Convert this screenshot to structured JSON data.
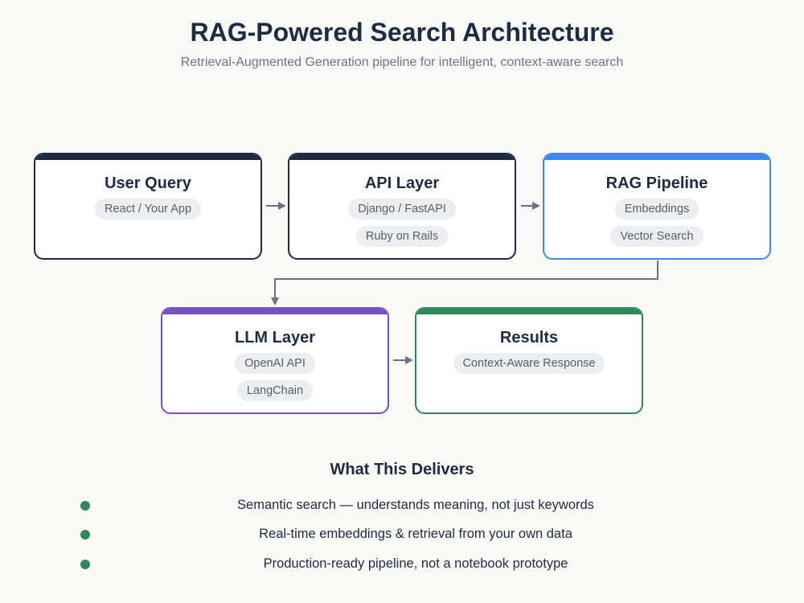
{
  "header": {
    "title": "RAG-Powered Search Architecture",
    "subtitle": "Retrieval-Augmented Generation pipeline for intelligent, context-aware search"
  },
  "nodes": {
    "user_query": {
      "title": "User Query",
      "chips": [
        "React / Your App"
      ]
    },
    "api_layer": {
      "title": "API Layer",
      "chips": [
        "Django / FastAPI",
        "Ruby on Rails"
      ]
    },
    "rag_pipeline": {
      "title": "RAG Pipeline",
      "chips": [
        "Embeddings",
        "Vector Search"
      ],
      "accent": "#3f88f2"
    },
    "llm_layer": {
      "title": "LLM Layer",
      "chips": [
        "OpenAI API",
        "LangChain"
      ],
      "accent": "#7a4ec6"
    },
    "results": {
      "title": "Results",
      "chips": [
        "Context-Aware Response"
      ],
      "accent": "#2d8a57"
    }
  },
  "edges": [
    [
      "user_query",
      "api_layer"
    ],
    [
      "api_layer",
      "rag_pipeline"
    ],
    [
      "rag_pipeline",
      "llm_layer"
    ],
    [
      "llm_layer",
      "results"
    ]
  ],
  "delivers": {
    "title": "What This Delivers",
    "items": [
      "Semantic search — understands meaning, not just keywords",
      "Real-time embeddings & retrieval from your own data",
      "Production-ready pipeline, not a notebook prototype"
    ]
  },
  "colors": {
    "primary": "#1e2b45",
    "arrow": "#6b7480",
    "bullet": "#2d8a57"
  }
}
